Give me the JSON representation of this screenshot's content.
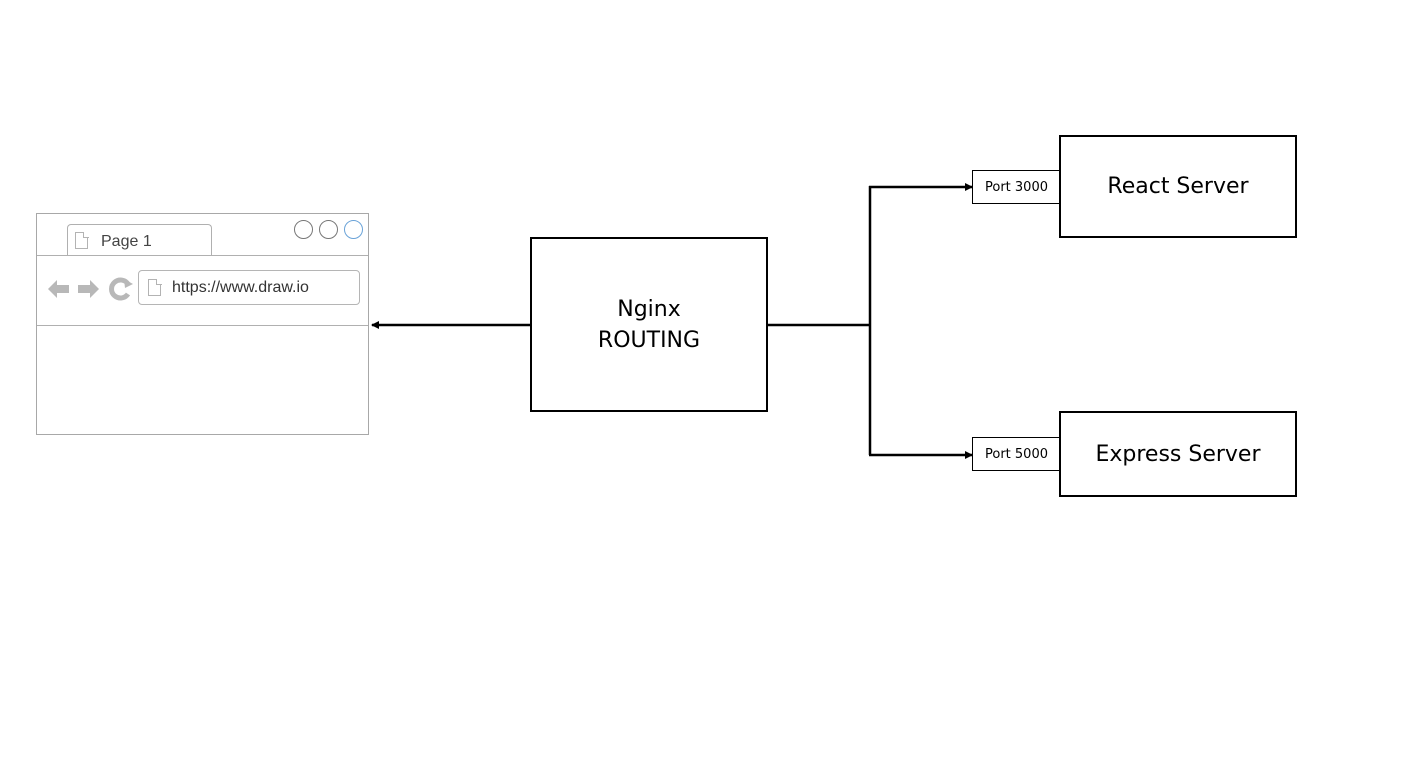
{
  "browser": {
    "tab_label": "Page 1",
    "url": "https://www.draw.io"
  },
  "nginx": {
    "line1": "Nginx",
    "line2": "ROUTING"
  },
  "react_server": {
    "label": "React Server",
    "port": "Port 3000"
  },
  "express_server": {
    "label": "Express Server",
    "port": "Port 5000"
  }
}
